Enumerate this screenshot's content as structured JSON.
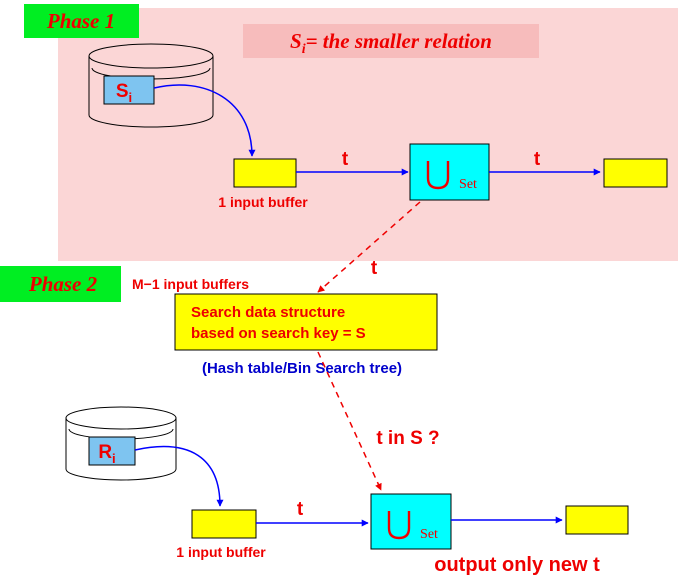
{
  "phase1": {
    "label": "Phase 1",
    "title_var": "S",
    "title_sub": "i",
    "title_rest": "= the smaller relation",
    "disk_label": "S",
    "disk_sub": "i",
    "buffer_label": "1 input buffer",
    "edge_t1": "t",
    "edge_t2": "t",
    "union_symbol": "∪",
    "union_sub": "Set"
  },
  "phase2": {
    "label": "Phase 2",
    "buffers_label": "M−1 input buffers",
    "search_line1": "Search data structure",
    "search_line2": "based on search key = S",
    "search_note": "(Hash table/Bin Search tree)",
    "edge_t_dashed": "t",
    "probe_label": "t in S ?",
    "disk_label": "R",
    "disk_sub": "i",
    "edge_t": "t",
    "buffer_label": "1 input buffer",
    "union_symbol": "∪",
    "union_sub": "Set",
    "output_label": "output only new t"
  },
  "colors": {
    "phase_box": "#00ee22",
    "phase_text": "#dd0000",
    "region": "#fbd6d6",
    "title_box": "#f7bcbc",
    "buffer": "#ffff00",
    "union_box": "#00ffff",
    "disk_label_box": "#7ec4f0",
    "edge_solid": "#0000ff",
    "edge_dashed": "#ee0000",
    "text_red": "#ee0000",
    "text_blue": "#0000cc"
  }
}
